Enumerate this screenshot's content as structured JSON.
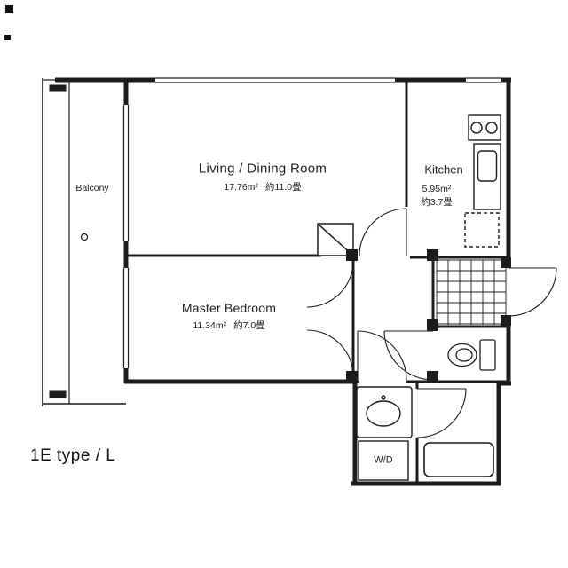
{
  "title": {
    "text": "1E type / L"
  },
  "rooms": {
    "living": {
      "name": "Living / Dining Room",
      "area_m2": "17.76m²",
      "area_jo": "約11.0畳"
    },
    "kitchen": {
      "name": "Kitchen",
      "area_m2": "5.95m²",
      "area_jo": "約3.7畳"
    },
    "bedroom": {
      "name": "Master Bedroom",
      "area_m2": "11.34m²",
      "area_jo": "約7.0畳"
    },
    "balcony": {
      "name": "Balcony"
    },
    "laundry": {
      "name": "W/D"
    }
  },
  "colors": {
    "line": "#1c1c1c",
    "background": "#ffffff"
  }
}
